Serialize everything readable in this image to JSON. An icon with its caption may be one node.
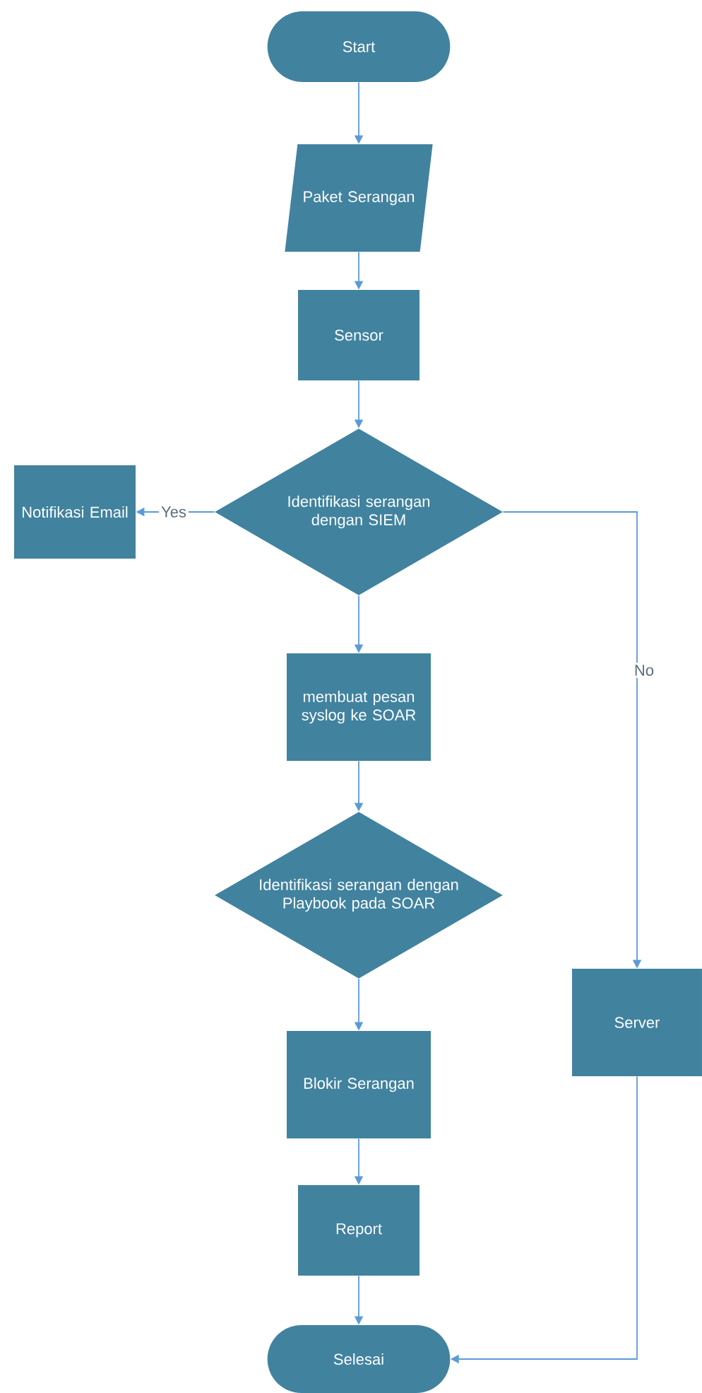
{
  "diagram": {
    "nodes": [
      {
        "text": [
          "Start"
        ]
      },
      {
        "text": [
          "Paket Serangan"
        ]
      },
      {
        "text": [
          "Sensor"
        ]
      },
      {
        "text": [
          "Identifikasi serangan dengan SIEM"
        ]
      },
      {
        "text": [
          "Notifikasi Email"
        ]
      },
      {
        "text": [
          "membuat pesan syslog ke SOAR"
        ]
      },
      {
        "text": [
          "Identifikasi serangan dengan Playbook pada SOAR"
        ]
      },
      {
        "text": [
          "Blokir Serangan"
        ]
      },
      {
        "text": [
          "Report"
        ]
      },
      {
        "text": [
          "Selesai"
        ]
      },
      {
        "text": [
          "Server"
        ]
      }
    ],
    "edges": [
      {
        "from": 0,
        "to": 1,
        "arrow": "to"
      },
      {
        "from": 1,
        "to": 2,
        "arrow": "to"
      },
      {
        "from": 2,
        "to": 3,
        "arrow": "to"
      },
      {
        "from": 3,
        "to": 4,
        "arrow": "to",
        "label": "Yes"
      },
      {
        "from": 3,
        "to": 10,
        "arrow": "to",
        "label": "No"
      },
      {
        "from": 3,
        "to": 5,
        "arrow": "to"
      },
      {
        "from": 5,
        "to": 6,
        "arrow": "to"
      },
      {
        "from": 6,
        "to": 7,
        "arrow": "to"
      },
      {
        "from": 7,
        "to": 8,
        "arrow": "to"
      },
      {
        "from": 8,
        "to": 9,
        "arrow": "to"
      },
      {
        "from": 10,
        "to": 9,
        "arrow": "to"
      }
    ]
  }
}
